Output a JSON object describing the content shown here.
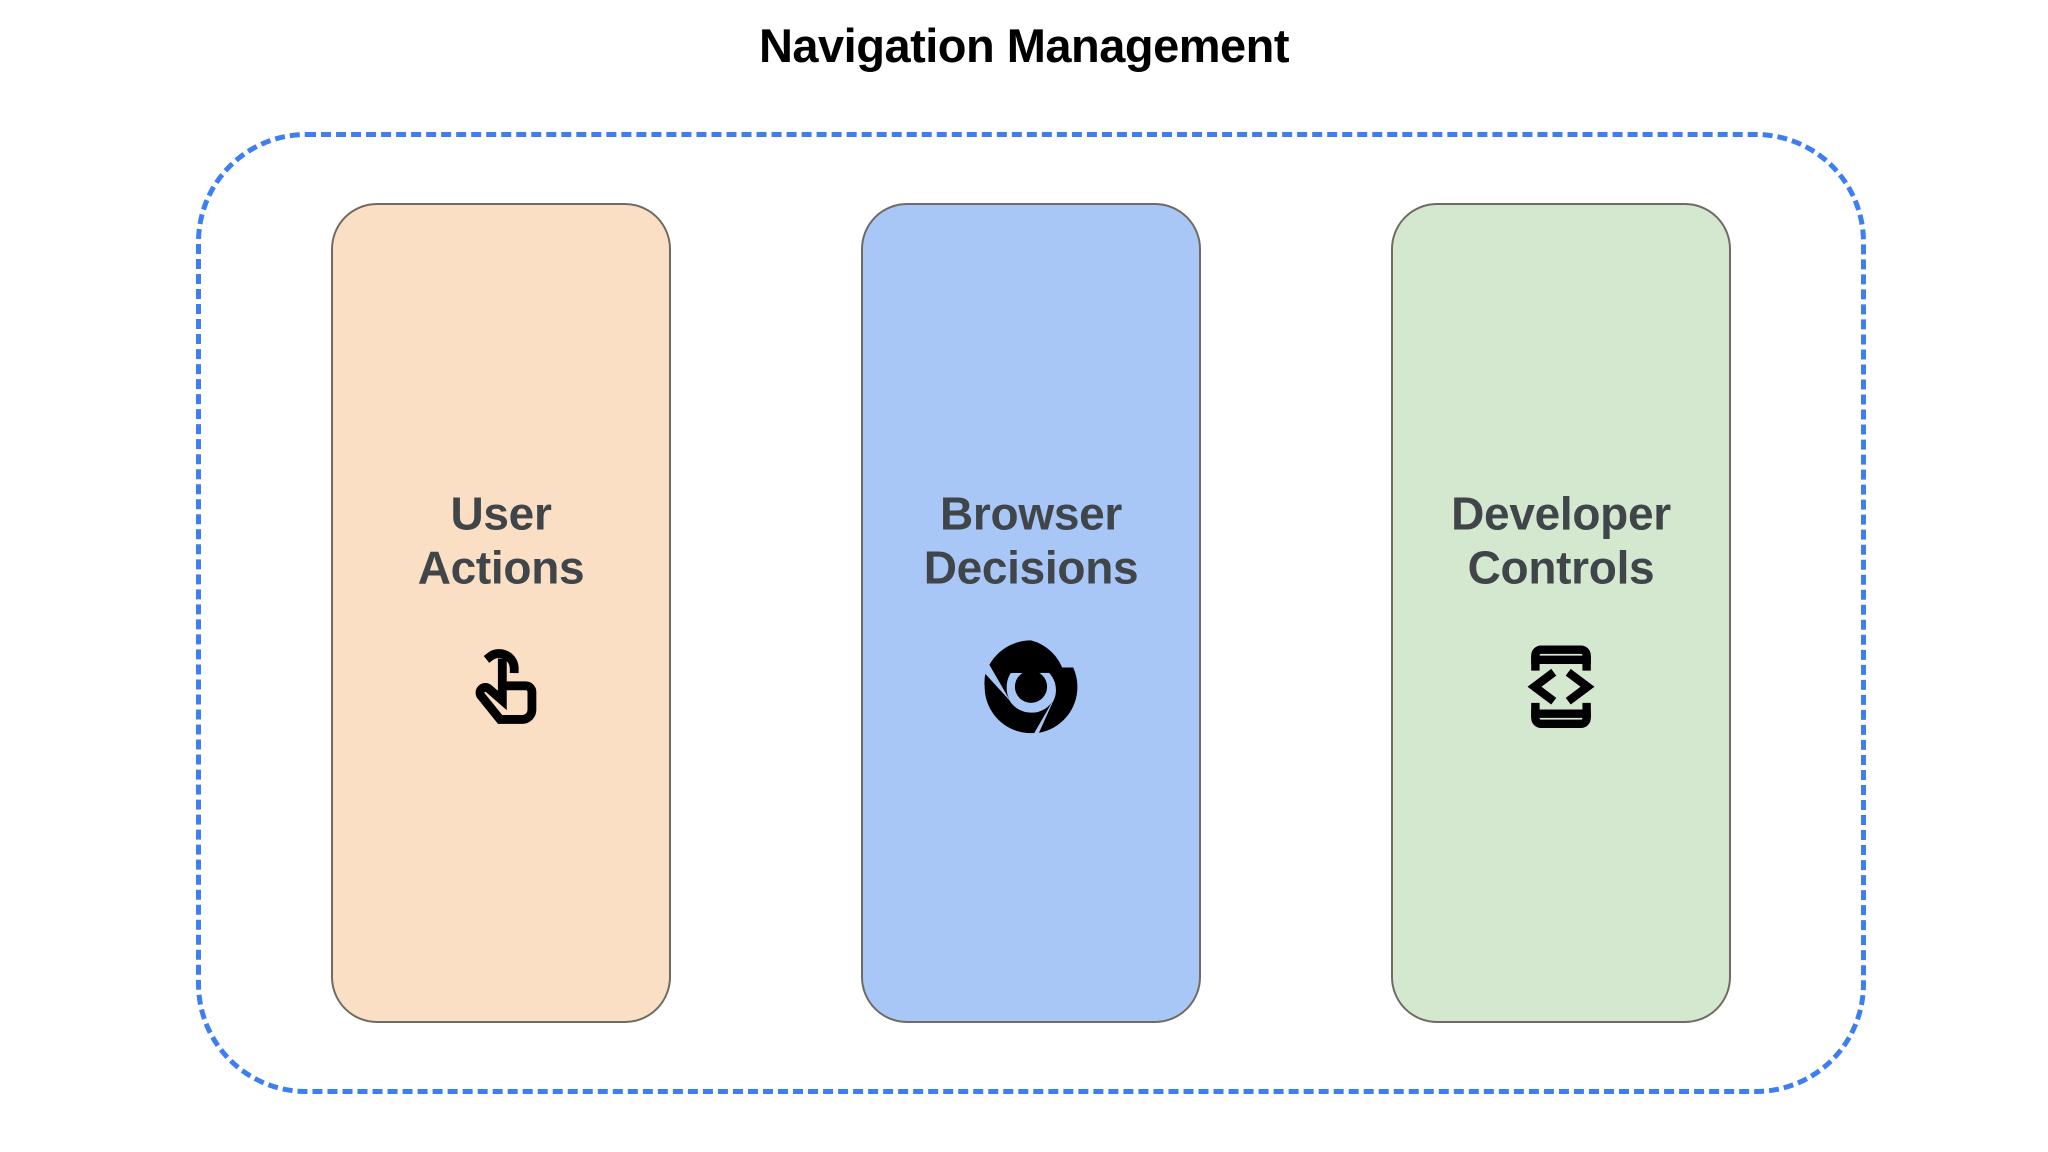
{
  "diagram": {
    "title": "Navigation Management",
    "title_color": "#000000",
    "container": {
      "name": "navigation-management-group",
      "border_style": "dashed",
      "border_color": "#3d7ff0"
    },
    "label_color": "#3f4549",
    "cards": [
      {
        "id": "user-actions",
        "label": "User\nActions",
        "label_line1": "User",
        "label_line2": "Actions",
        "fill_color": "#fadfc5",
        "border_color": "#6e6b63",
        "icon": "touch-app-icon",
        "icon_color": "#000000"
      },
      {
        "id": "browser-decisions",
        "label": "Browser\nDecisions",
        "label_line1": "Browser",
        "label_line2": "Decisions",
        "fill_color": "#a8c7f6",
        "border_color": "#6e6b63",
        "icon": "chrome-logo-icon",
        "icon_color": "#000000"
      },
      {
        "id": "developer-controls",
        "label": "Developer\nControls",
        "label_line1": "Developer",
        "label_line2": "Controls",
        "fill_color": "#d4e8cf",
        "border_color": "#6e6b63",
        "icon": "developer-mode-icon",
        "icon_color": "#000000"
      }
    ]
  }
}
